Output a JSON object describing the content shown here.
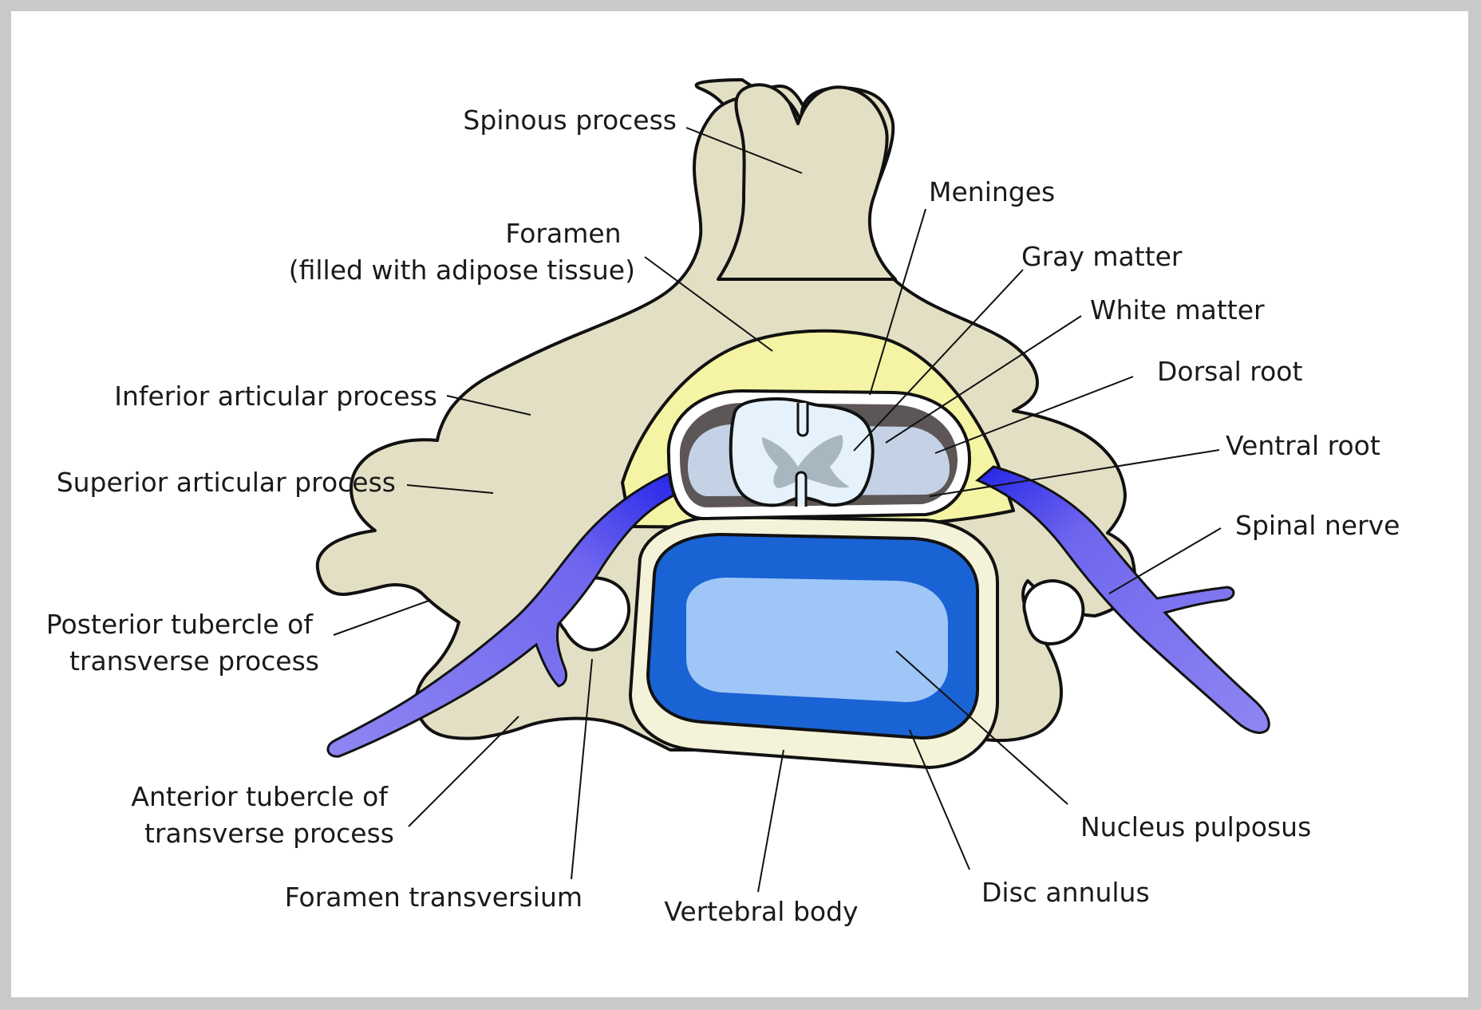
{
  "labels": {
    "spinous_process": "Spinous process",
    "meninges": "Meninges",
    "foramen_line1": "Foramen",
    "foramen_line2": "(filled with adipose tissue)",
    "gray_matter": "Gray matter",
    "white_matter": "White matter",
    "inferior_articular_process": "Inferior articular process",
    "dorsal_root": "Dorsal root",
    "ventral_root": "Ventral root",
    "superior_articular_process": "Superior articular process",
    "spinal_nerve": "Spinal nerve",
    "posterior_tubercle_line1": "Posterior tubercle of",
    "posterior_tubercle_line2": "transverse process",
    "anterior_tubercle_line1": "Anterior tubercle of",
    "anterior_tubercle_line2": "transverse process",
    "nucleus_pulposus": "Nucleus pulposus",
    "foramen_transversium": "Foramen transversium",
    "disc_annulus": "Disc annulus",
    "vertebral_body": "Vertebral body"
  },
  "colors": {
    "bone": "#e3dfc4",
    "adipose": "#f4f4a4",
    "nerve": "#7b72f0",
    "disc_annulus": "#1a63d4",
    "nucleus_pulposus": "#9ec6f7",
    "white_matter": "#e6f2fb",
    "gray_matter": "#a8b6bf",
    "meninges_space": "#5c5656"
  }
}
